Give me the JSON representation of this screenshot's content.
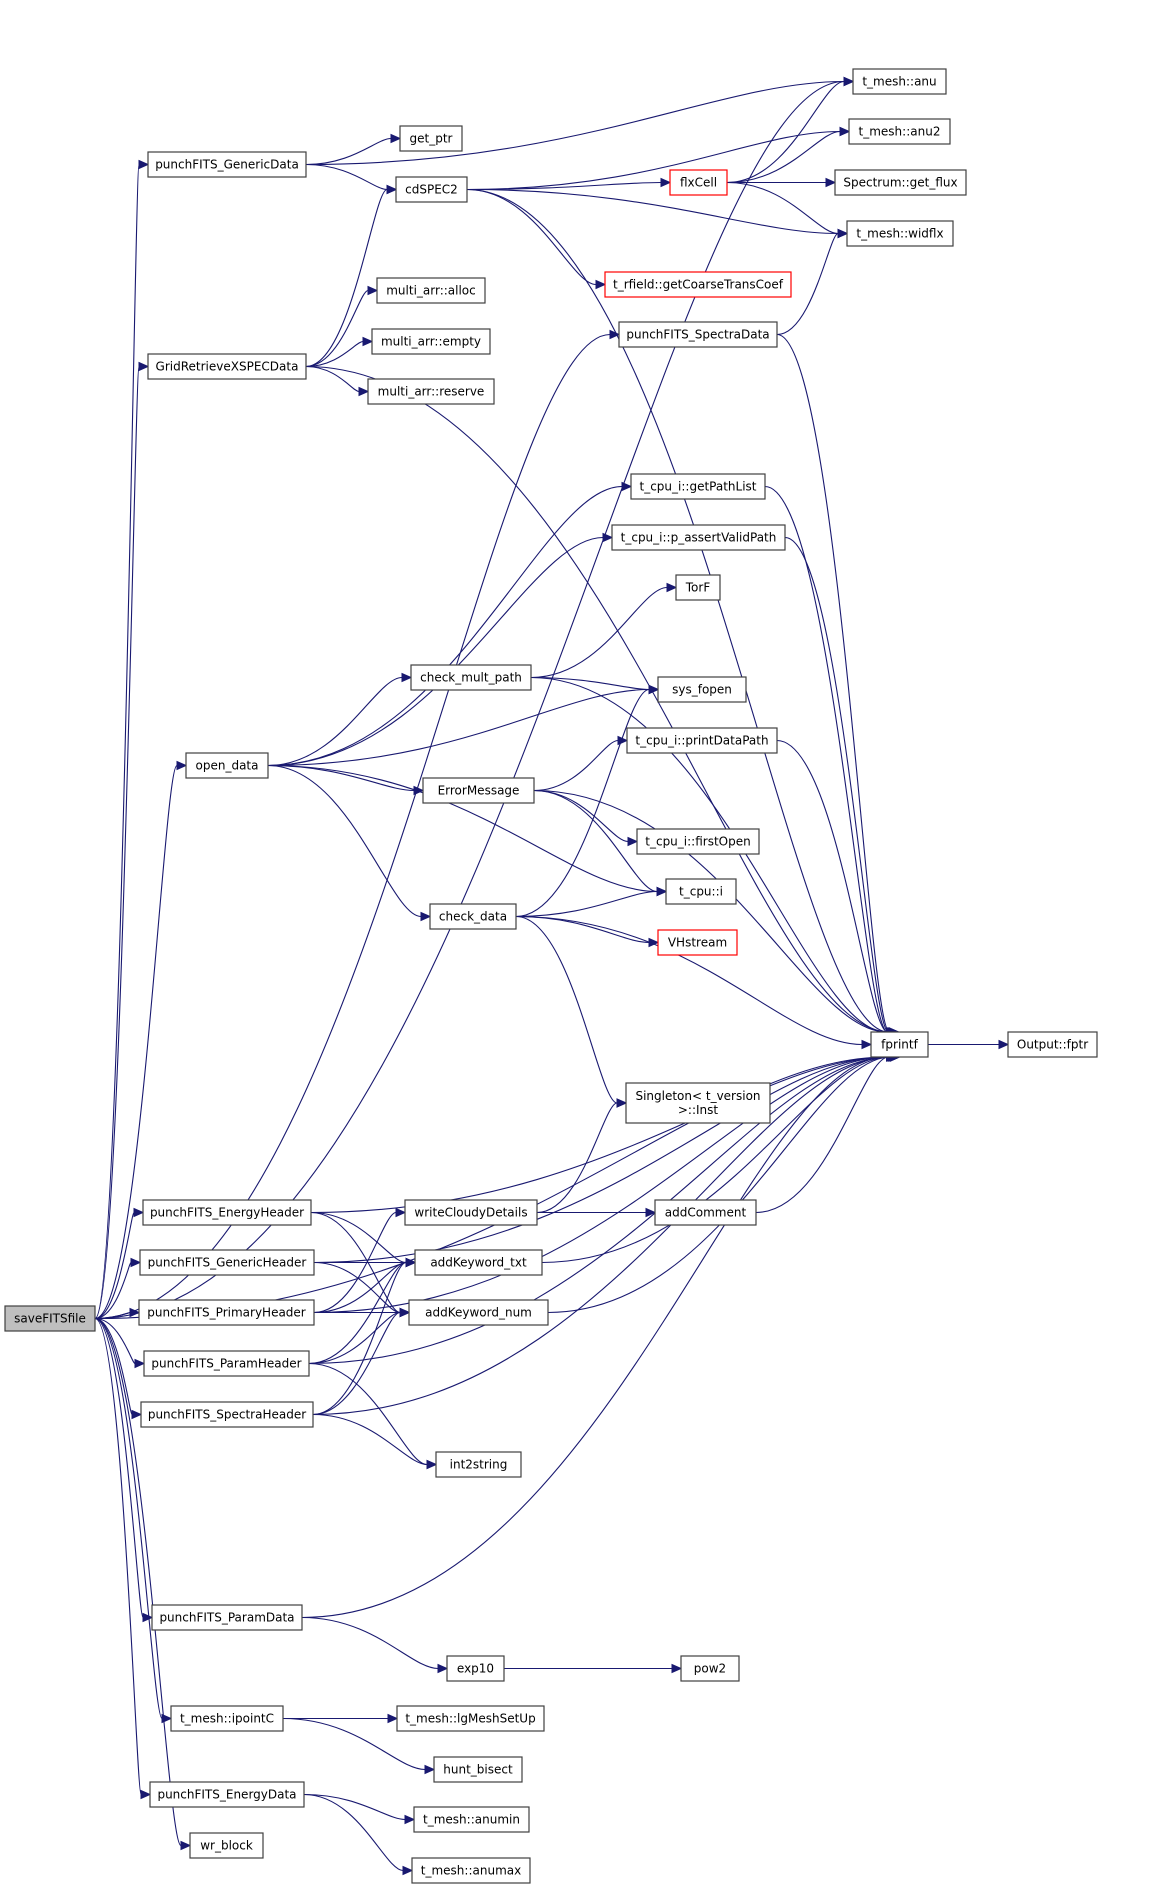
{
  "graph": {
    "type": "call-graph",
    "root": "saveFITSfile",
    "colors": {
      "edge": "#191970",
      "node_border": "#404040",
      "root_fill": "#bfbfbf",
      "external_border": "#ff0000",
      "background": "#ffffff"
    },
    "nodes": [
      {
        "id": "saveFITSfile",
        "label": "saveFITSfile",
        "kind": "root"
      },
      {
        "id": "punchFITS_GenericData",
        "label": "punchFITS_GenericData",
        "kind": "normal"
      },
      {
        "id": "get_ptr",
        "label": "get_ptr",
        "kind": "normal"
      },
      {
        "id": "cdSPEC2",
        "label": "cdSPEC2",
        "kind": "normal"
      },
      {
        "id": "GridRetrieveXSPECData",
        "label": "GridRetrieveXSPECData",
        "kind": "normal"
      },
      {
        "id": "multi_arr_alloc",
        "label": "multi_arr::alloc",
        "kind": "normal"
      },
      {
        "id": "multi_arr_empty",
        "label": "multi_arr::empty",
        "kind": "normal"
      },
      {
        "id": "multi_arr_reserve",
        "label": "multi_arr::reserve",
        "kind": "normal"
      },
      {
        "id": "t_mesh_anu",
        "label": "t_mesh::anu",
        "kind": "normal"
      },
      {
        "id": "t_mesh_anu2",
        "label": "t_mesh::anu2",
        "kind": "normal"
      },
      {
        "id": "flxCell",
        "label": "flxCell",
        "kind": "external"
      },
      {
        "id": "Spectrum_get_flux",
        "label": "Spectrum::get_flux",
        "kind": "normal"
      },
      {
        "id": "t_mesh_widflx",
        "label": "t_mesh::widflx",
        "kind": "normal"
      },
      {
        "id": "t_rfield_getCoarseTransCoef",
        "label": "t_rfield::getCoarseTransCoef",
        "kind": "external"
      },
      {
        "id": "punchFITS_SpectraData",
        "label": "punchFITS_SpectraData",
        "kind": "normal"
      },
      {
        "id": "t_cpu_i_getPathList",
        "label": "t_cpu_i::getPathList",
        "kind": "normal"
      },
      {
        "id": "t_cpu_i_p_assertValidPath",
        "label": "t_cpu_i::p_assertValidPath",
        "kind": "normal"
      },
      {
        "id": "TorF",
        "label": "TorF",
        "kind": "normal"
      },
      {
        "id": "check_mult_path",
        "label": "check_mult_path",
        "kind": "normal"
      },
      {
        "id": "sys_fopen",
        "label": "sys_fopen",
        "kind": "normal"
      },
      {
        "id": "open_data",
        "label": "open_data",
        "kind": "normal"
      },
      {
        "id": "t_cpu_i_printDataPath",
        "label": "t_cpu_i::printDataPath",
        "kind": "normal"
      },
      {
        "id": "ErrorMessage",
        "label": "ErrorMessage",
        "kind": "normal"
      },
      {
        "id": "t_cpu_i_firstOpen",
        "label": "t_cpu_i::firstOpen",
        "kind": "normal"
      },
      {
        "id": "t_cpu_i",
        "label": "t_cpu::i",
        "kind": "normal"
      },
      {
        "id": "check_data",
        "label": "check_data",
        "kind": "normal"
      },
      {
        "id": "VHstream",
        "label": "VHstream",
        "kind": "external"
      },
      {
        "id": "fprintf",
        "label": "fprintf",
        "kind": "normal"
      },
      {
        "id": "Output_fptr",
        "label": "Output::fptr",
        "kind": "normal"
      },
      {
        "id": "Singleton_Inst",
        "label": "Singleton< t_version\n>::Inst",
        "kind": "normal"
      },
      {
        "id": "punchFITS_EnergyHeader",
        "label": "punchFITS_EnergyHeader",
        "kind": "normal"
      },
      {
        "id": "writeCloudyDetails",
        "label": "writeCloudyDetails",
        "kind": "normal"
      },
      {
        "id": "addComment",
        "label": "addComment",
        "kind": "normal"
      },
      {
        "id": "punchFITS_GenericHeader",
        "label": "punchFITS_GenericHeader",
        "kind": "normal"
      },
      {
        "id": "addKeyword_txt",
        "label": "addKeyword_txt",
        "kind": "normal"
      },
      {
        "id": "punchFITS_PrimaryHeader",
        "label": "punchFITS_PrimaryHeader",
        "kind": "normal"
      },
      {
        "id": "addKeyword_num",
        "label": "addKeyword_num",
        "kind": "normal"
      },
      {
        "id": "punchFITS_ParamHeader",
        "label": "punchFITS_ParamHeader",
        "kind": "normal"
      },
      {
        "id": "punchFITS_SpectraHeader",
        "label": "punchFITS_SpectraHeader",
        "kind": "normal"
      },
      {
        "id": "int2string",
        "label": "int2string",
        "kind": "normal"
      },
      {
        "id": "punchFITS_ParamData",
        "label": "punchFITS_ParamData",
        "kind": "normal"
      },
      {
        "id": "exp10",
        "label": "exp10",
        "kind": "normal"
      },
      {
        "id": "pow2",
        "label": "pow2",
        "kind": "normal"
      },
      {
        "id": "t_mesh_ipointC",
        "label": "t_mesh::ipointC",
        "kind": "normal"
      },
      {
        "id": "t_mesh_lgMeshSetUp",
        "label": "t_mesh::lgMeshSetUp",
        "kind": "normal"
      },
      {
        "id": "hunt_bisect",
        "label": "hunt_bisect",
        "kind": "normal"
      },
      {
        "id": "punchFITS_EnergyData",
        "label": "punchFITS_EnergyData",
        "kind": "normal"
      },
      {
        "id": "t_mesh_anumin",
        "label": "t_mesh::anumin",
        "kind": "normal"
      },
      {
        "id": "wr_block",
        "label": "wr_block",
        "kind": "normal"
      },
      {
        "id": "t_mesh_anumax",
        "label": "t_mesh::anumax",
        "kind": "normal"
      }
    ],
    "edges": [
      [
        "saveFITSfile",
        "t_mesh_anu"
      ],
      [
        "saveFITSfile",
        "punchFITS_GenericData"
      ],
      [
        "saveFITSfile",
        "punchFITS_SpectraData"
      ],
      [
        "saveFITSfile",
        "GridRetrieveXSPECData"
      ],
      [
        "saveFITSfile",
        "open_data"
      ],
      [
        "saveFITSfile",
        "fprintf"
      ],
      [
        "saveFITSfile",
        "punchFITS_EnergyHeader"
      ],
      [
        "saveFITSfile",
        "punchFITS_GenericHeader"
      ],
      [
        "saveFITSfile",
        "punchFITS_PrimaryHeader"
      ],
      [
        "saveFITSfile",
        "punchFITS_ParamHeader"
      ],
      [
        "saveFITSfile",
        "punchFITS_SpectraHeader"
      ],
      [
        "saveFITSfile",
        "punchFITS_ParamData"
      ],
      [
        "saveFITSfile",
        "t_mesh_ipointC"
      ],
      [
        "saveFITSfile",
        "punchFITS_EnergyData"
      ],
      [
        "saveFITSfile",
        "wr_block"
      ],
      [
        "punchFITS_GenericData",
        "t_mesh_anu"
      ],
      [
        "punchFITS_GenericData",
        "get_ptr"
      ],
      [
        "punchFITS_GenericData",
        "cdSPEC2"
      ],
      [
        "cdSPEC2",
        "t_mesh_anu2"
      ],
      [
        "cdSPEC2",
        "flxCell"
      ],
      [
        "cdSPEC2",
        "t_mesh_widflx"
      ],
      [
        "cdSPEC2",
        "t_rfield_getCoarseTransCoef"
      ],
      [
        "cdSPEC2",
        "fprintf"
      ],
      [
        "flxCell",
        "t_mesh_anu"
      ],
      [
        "flxCell",
        "t_mesh_anu2"
      ],
      [
        "flxCell",
        "Spectrum_get_flux"
      ],
      [
        "flxCell",
        "t_mesh_widflx"
      ],
      [
        "punchFITS_SpectraData",
        "t_mesh_widflx"
      ],
      [
        "punchFITS_SpectraData",
        "fprintf"
      ],
      [
        "GridRetrieveXSPECData",
        "cdSPEC2"
      ],
      [
        "GridRetrieveXSPECData",
        "multi_arr_alloc"
      ],
      [
        "GridRetrieveXSPECData",
        "multi_arr_empty"
      ],
      [
        "GridRetrieveXSPECData",
        "multi_arr_reserve"
      ],
      [
        "GridRetrieveXSPECData",
        "fprintf"
      ],
      [
        "open_data",
        "t_cpu_i_getPathList"
      ],
      [
        "open_data",
        "t_cpu_i_p_assertValidPath"
      ],
      [
        "open_data",
        "check_mult_path"
      ],
      [
        "open_data",
        "sys_fopen"
      ],
      [
        "open_data",
        "ErrorMessage"
      ],
      [
        "open_data",
        "t_cpu_i"
      ],
      [
        "open_data",
        "check_data"
      ],
      [
        "t_cpu_i_getPathList",
        "fprintf"
      ],
      [
        "t_cpu_i_p_assertValidPath",
        "fprintf"
      ],
      [
        "check_mult_path",
        "TorF"
      ],
      [
        "check_mult_path",
        "sys_fopen"
      ],
      [
        "check_mult_path",
        "fprintf"
      ],
      [
        "t_cpu_i_printDataPath",
        "fprintf"
      ],
      [
        "ErrorMessage",
        "t_cpu_i_printDataPath"
      ],
      [
        "ErrorMessage",
        "t_cpu_i_firstOpen"
      ],
      [
        "ErrorMessage",
        "t_cpu_i"
      ],
      [
        "ErrorMessage",
        "fprintf"
      ],
      [
        "check_data",
        "sys_fopen"
      ],
      [
        "check_data",
        "t_cpu_i"
      ],
      [
        "check_data",
        "VHstream"
      ],
      [
        "check_data",
        "fprintf"
      ],
      [
        "check_data",
        "Singleton_Inst"
      ],
      [
        "fprintf",
        "Output_fptr"
      ],
      [
        "punchFITS_EnergyHeader",
        "fprintf"
      ],
      [
        "punchFITS_EnergyHeader",
        "addKeyword_txt"
      ],
      [
        "punchFITS_EnergyHeader",
        "addKeyword_num"
      ],
      [
        "punchFITS_GenericHeader",
        "fprintf"
      ],
      [
        "punchFITS_GenericHeader",
        "addKeyword_txt"
      ],
      [
        "punchFITS_GenericHeader",
        "addKeyword_num"
      ],
      [
        "punchFITS_PrimaryHeader",
        "writeCloudyDetails"
      ],
      [
        "punchFITS_PrimaryHeader",
        "addKeyword_txt"
      ],
      [
        "punchFITS_PrimaryHeader",
        "addKeyword_num"
      ],
      [
        "punchFITS_PrimaryHeader",
        "fprintf"
      ],
      [
        "punchFITS_ParamHeader",
        "addKeyword_txt"
      ],
      [
        "punchFITS_ParamHeader",
        "addKeyword_num"
      ],
      [
        "punchFITS_ParamHeader",
        "fprintf"
      ],
      [
        "punchFITS_ParamHeader",
        "int2string"
      ],
      [
        "punchFITS_SpectraHeader",
        "addKeyword_txt"
      ],
      [
        "punchFITS_SpectraHeader",
        "addKeyword_num"
      ],
      [
        "punchFITS_SpectraHeader",
        "int2string"
      ],
      [
        "punchFITS_SpectraHeader",
        "fprintf"
      ],
      [
        "writeCloudyDetails",
        "Singleton_Inst"
      ],
      [
        "writeCloudyDetails",
        "addComment"
      ],
      [
        "addComment",
        "fprintf"
      ],
      [
        "addKeyword_txt",
        "fprintf"
      ],
      [
        "addKeyword_num",
        "fprintf"
      ],
      [
        "punchFITS_ParamData",
        "fprintf"
      ],
      [
        "punchFITS_ParamData",
        "exp10"
      ],
      [
        "exp10",
        "pow2"
      ],
      [
        "t_mesh_ipointC",
        "t_mesh_lgMeshSetUp"
      ],
      [
        "t_mesh_ipointC",
        "hunt_bisect"
      ],
      [
        "punchFITS_EnergyData",
        "t_mesh_anumin"
      ],
      [
        "punchFITS_EnergyData",
        "t_mesh_anumax"
      ]
    ]
  }
}
